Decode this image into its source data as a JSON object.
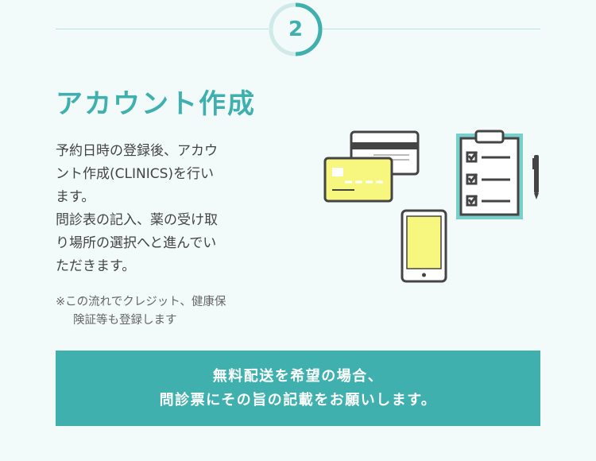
{
  "step": {
    "number": "2",
    "accent_color": "#3fb0ae",
    "progress": 0.5
  },
  "section": {
    "title": "アカウント作成",
    "description_lines": [
      "予約日時の登録後、アカウ",
      "ント作成(CLINICS)を行い",
      "ます。",
      "問診表の記入、薬の受け取",
      "り場所の選択へと進んでい",
      "ただきます。"
    ],
    "note_line1": "※この流れでクレジット、健康保",
    "note_line2": "険証等も登録します"
  },
  "banner": {
    "line1": "無料配送を希望の場合、",
    "line2": "問診票にその旨の記載をお願いします。",
    "background": "#3fb0ae"
  },
  "illustration": {
    "items": [
      "id-card-icon",
      "credit-card-icon",
      "smartphone-icon",
      "clipboard-checklist-icon",
      "pen-icon"
    ],
    "card_color": "#f7f77f",
    "outline_color": "#444444",
    "clipboard_border_color": "#78cfcc"
  }
}
